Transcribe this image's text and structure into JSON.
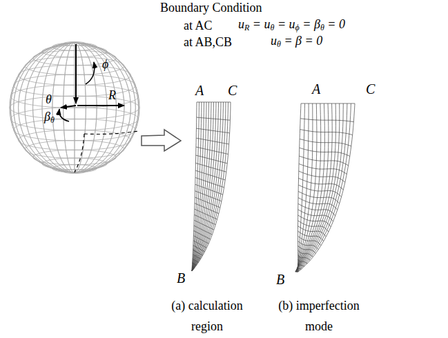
{
  "diagram": {
    "title": "Boundary Condition",
    "labels": [
      "at  AC",
      "uR = uθ = uϕ = βθ = 0",
      "at  AB,CB",
      "uθ = β = 0",
      "ϕ",
      "θ",
      "R",
      "βθ",
      "A",
      "C",
      "B",
      "A",
      "C",
      "B",
      "(a) calculation region",
      "(b) imperfection mode"
    ]
  }
}
